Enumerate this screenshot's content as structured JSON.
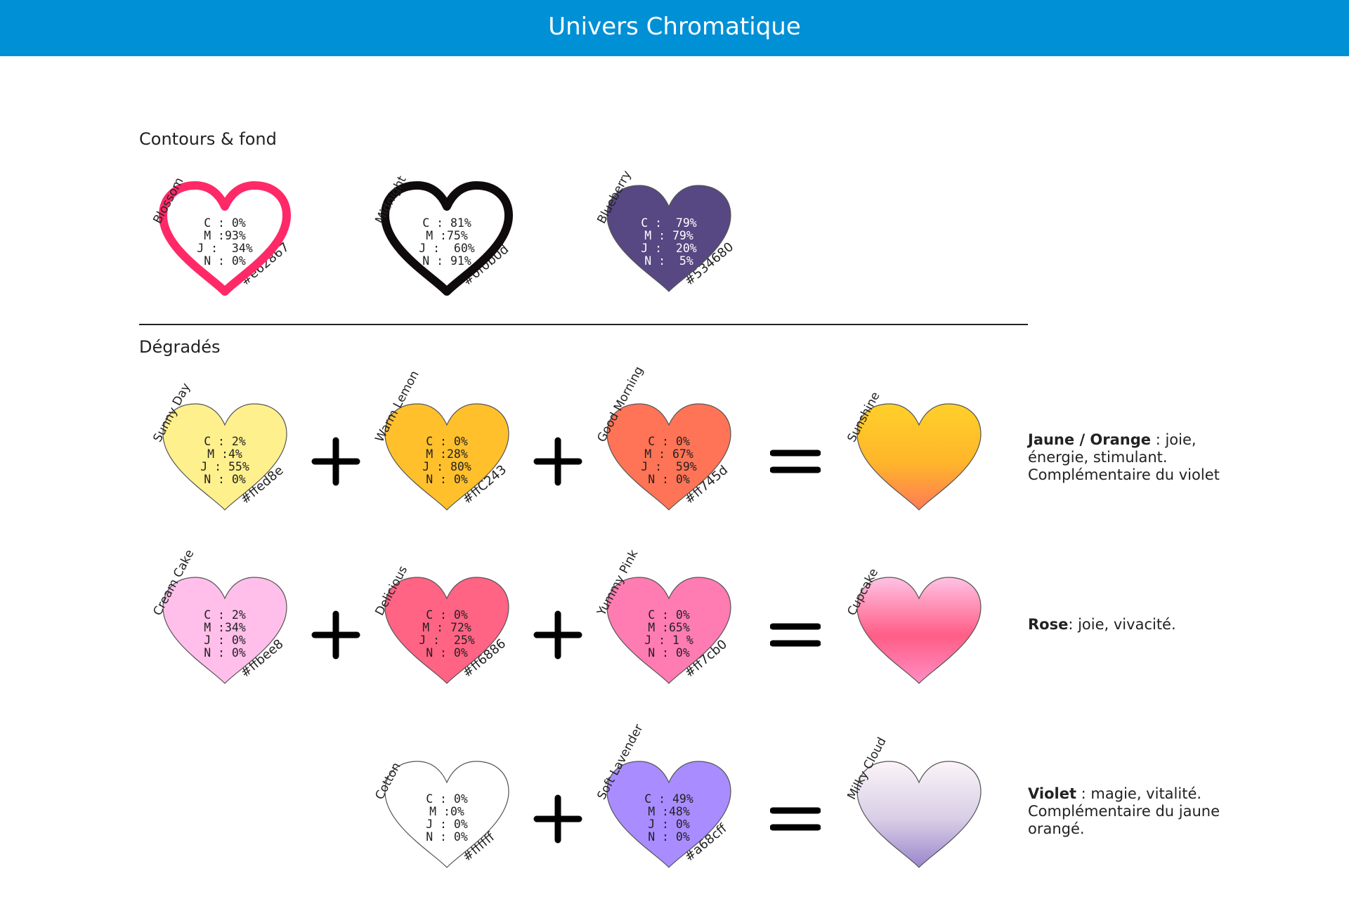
{
  "header": {
    "title": "Univers Chromatique",
    "background": "#0090d6"
  },
  "sections": {
    "outlines_title": "Contours & fond",
    "gradients_title": "Dégradés"
  },
  "outlines": [
    {
      "name": "Blossom",
      "hex": "#e62867",
      "color": "#ff2968",
      "style": "outline",
      "c": "C : 0%",
      "m": "M :93%",
      "j": "J :  34%",
      "n": "N : 0%",
      "text_color": "#222222"
    },
    {
      "name": "Midnight",
      "hex": "#0f0b0d",
      "color": "#0f0b0d",
      "style": "outline",
      "c": "C : 81%",
      "m": "M :75%",
      "j": "J :  60%",
      "n": "N : 91%",
      "text_color": "#222222"
    },
    {
      "name": "Blueberry",
      "hex": "#534680",
      "color": "#574782",
      "style": "filled",
      "c": "C :  79%",
      "m": "M : 79%",
      "j": "J :  20%",
      "n": "N :  5%",
      "text_color": "#ffffff"
    }
  ],
  "gradient_rows": [
    {
      "colors": [
        {
          "name": "Sunny Day",
          "hex": "#ffed8e",
          "color": "#fff08e",
          "c": "C : 2%",
          "m": "M :4%",
          "j": "J : 55%",
          "n": "N : 0%"
        },
        {
          "name": "Warm Lemon",
          "hex": "#ffC243",
          "color": "#ffc02c",
          "c": "C : 0%",
          "m": "M :28%",
          "j": "J : 80%",
          "n": "N : 0%"
        },
        {
          "name": "Good Morning",
          "hex": "#ff745d",
          "color": "#ff7456",
          "c": "C : 0%",
          "m": "M : 67%",
          "j": "J :  59%",
          "n": "N : 0%"
        }
      ],
      "result": {
        "name": "Sunshine",
        "top": "#ffd02a",
        "mid": "#ffb62a",
        "bottom": "#ff7a56"
      },
      "desc_bold": "Jaune / Orange",
      "desc_text": " : joie, énergie, stimulant. Complémentaire du violet"
    },
    {
      "colors": [
        {
          "name": "Cream Cake",
          "hex": "#ffbee8",
          "color": "#ffbfea",
          "c": "C : 2%",
          "m": "M :34%",
          "j": "J : 0%",
          "n": "N : 0%"
        },
        {
          "name": "Delicious",
          "hex": "#ff6886",
          "color": "#ff6485",
          "c": "C : 0%",
          "m": "M : 72%",
          "j": "J :  25%",
          "n": "N : 0%"
        },
        {
          "name": "Yummy Pink",
          "hex": "#ff7cb0",
          "color": "#ff7cb2",
          "c": "C : 0%",
          "m": "M :65%",
          "j": "J : 1 %",
          "n": "N : 0%"
        }
      ],
      "result": {
        "name": "Cupcake",
        "top": "#ffc2e4",
        "mid": "#ff5d86",
        "bottom": "#ff8ec4"
      },
      "desc_bold": "Rose",
      "desc_text": ": joie, vivacité."
    },
    {
      "colors": [
        {
          "name": "Cotton",
          "hex": "#ffffff",
          "color": "#ffffff",
          "c": "C : 0%",
          "m": "M :0%",
          "j": "J : 0%",
          "n": "N : 0%"
        },
        {
          "name": "Soft Lavender",
          "hex": "#a68cff",
          "color": "#a98cff",
          "c": "C : 49%",
          "m": "M :48%",
          "j": "J : 0%",
          "n": "N : 0%"
        }
      ],
      "result": {
        "name": "Milky Cloud",
        "top": "#fbf4f8",
        "mid": "#d8cde6",
        "bottom": "#9a86cc"
      },
      "desc_bold": "Violet",
      "desc_text": " : magie, vitalité. Complémentaire du jaune orangé."
    }
  ],
  "operators": {
    "plus": "+",
    "equals": "="
  }
}
